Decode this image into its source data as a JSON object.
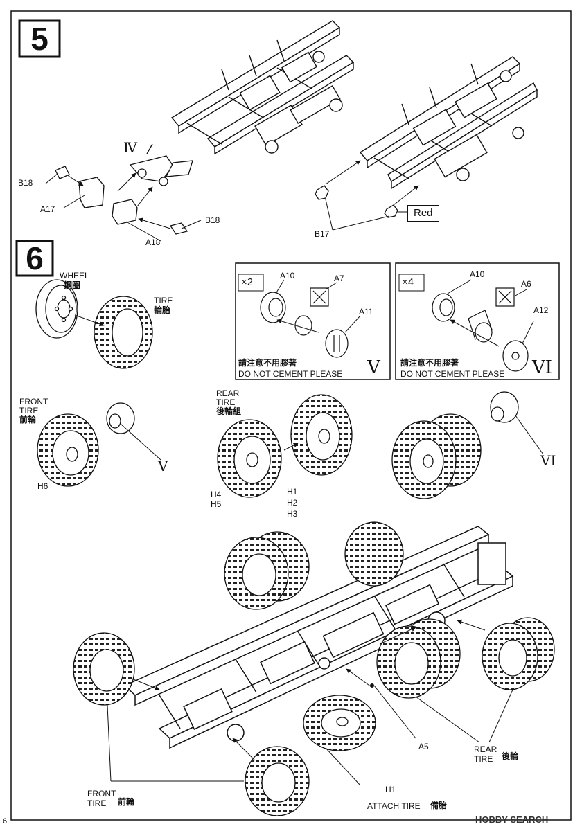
{
  "steps": [
    {
      "number": "5"
    },
    {
      "number": "6"
    }
  ],
  "step5": {
    "labels": {
      "iv": "Ⅳ",
      "b18_left": "B18",
      "a17": "A17",
      "a18": "A18",
      "b18_right": "B18",
      "b17": "B17",
      "red": "Red"
    }
  },
  "step6": {
    "wheel": {
      "en": "WHEEL",
      "zh": "鋼圈"
    },
    "tire": {
      "en": "TIRE",
      "zh": "輪胎"
    },
    "box_v": {
      "mult": "×2",
      "parts": [
        "A10",
        "A7",
        "A11"
      ],
      "note_zh": "請注意不用膠著",
      "note_en": "DO NOT CEMENT PLEASE",
      "roman": "V"
    },
    "box_vi": {
      "mult": "×4",
      "parts": [
        "A10",
        "A6",
        "A12"
      ],
      "note_zh": "請注意不用膠著",
      "note_en": "DO NOT CEMENT PLEASE",
      "roman": "VI"
    },
    "front_tire": {
      "line1": "FRONT",
      "line2": "TIRE",
      "zh": "前輪",
      "part": "H6",
      "roman": "V"
    },
    "rear_tire": {
      "line1": "REAR",
      "line2": "TIRE",
      "zh": "後輪組",
      "parts_left": [
        "H4",
        "H5"
      ],
      "parts_right": [
        "H1",
        "H2",
        "H3"
      ]
    },
    "rear_assembly_roman": "VI",
    "chassis": {
      "a5": "A5",
      "h1": "H1",
      "attach_en": "ATTACH TIRE",
      "attach_zh": "備胎",
      "rear_en_1": "REAR",
      "rear_en_2": "TIRE",
      "rear_zh": "後輪",
      "front_en_1": "FRONT",
      "front_en_2": "TIRE",
      "front_zh": "前輪"
    }
  },
  "footer": {
    "page_number": "6",
    "watermark": "HOBBY SEARCH"
  }
}
